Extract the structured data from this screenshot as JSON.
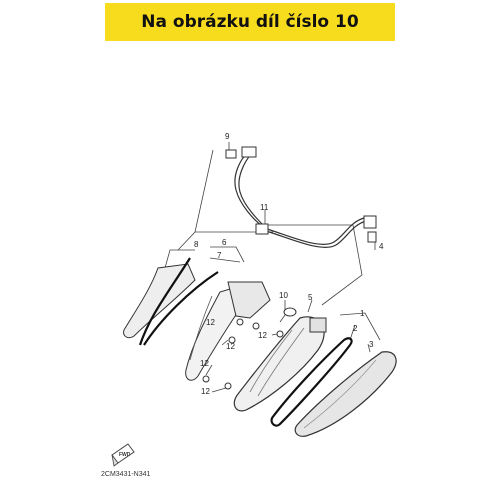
{
  "banner": {
    "text": "Na obrázku díl číslo 10",
    "color": "#f7dc1e"
  },
  "part_labels": [
    "9",
    "11",
    "4",
    "8",
    "6",
    "7",
    "10",
    "5",
    "12",
    "12",
    "12",
    "1",
    "2",
    "3",
    "12",
    "12"
  ],
  "diagram_code": "2CM3431-N341",
  "fwd_label": "FWD"
}
